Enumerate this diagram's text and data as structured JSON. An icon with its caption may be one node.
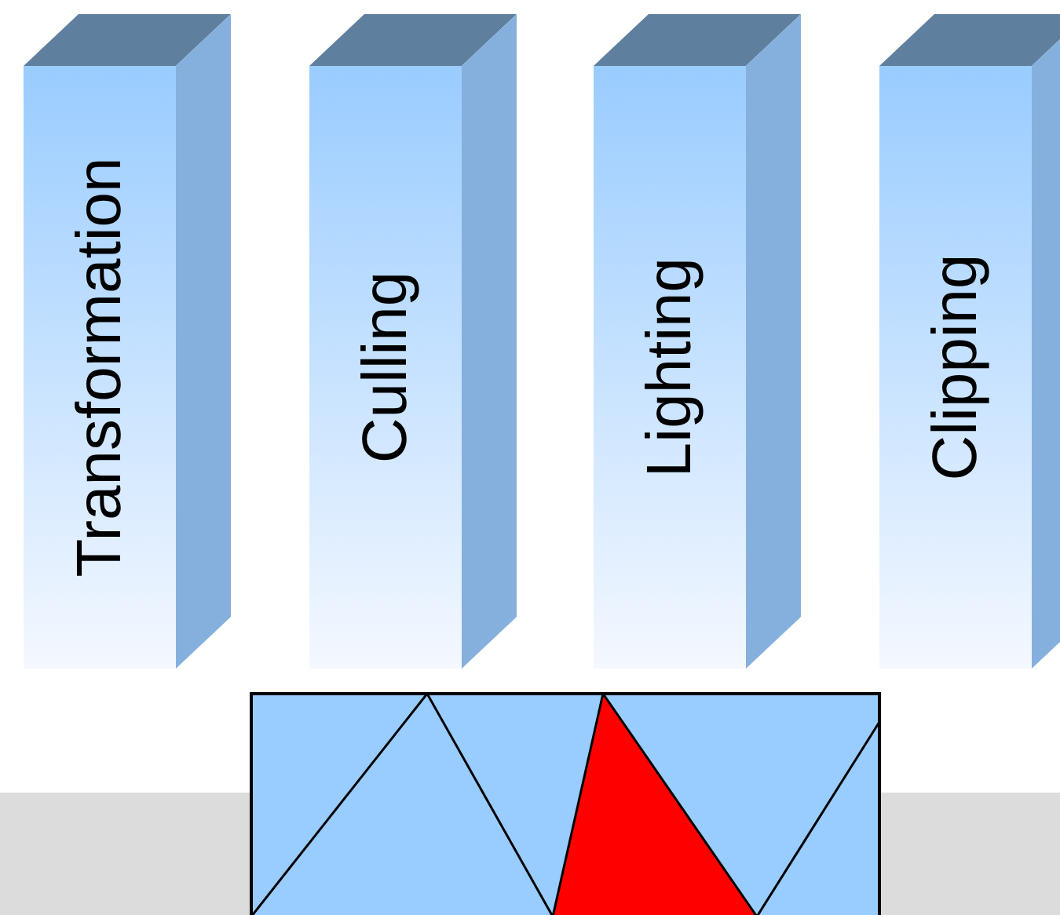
{
  "diagram": {
    "nodes": [
      {
        "text": [
          "Transformation"
        ]
      },
      {
        "text": [
          "Culling"
        ]
      },
      {
        "text": [
          "Lighting"
        ]
      },
      {
        "text": [
          "Clipping"
        ]
      }
    ],
    "edges": []
  }
}
